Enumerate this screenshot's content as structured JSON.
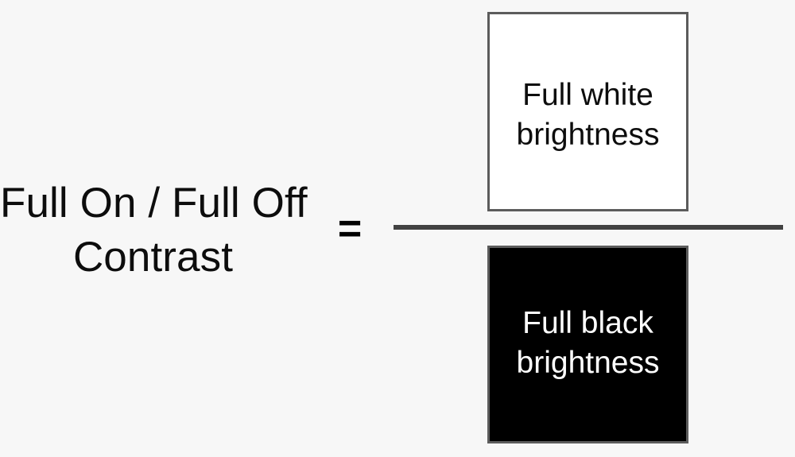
{
  "background_color": "#f7f7f7",
  "formula": {
    "label": {
      "line1": "Full On / Full Off",
      "line2": "Contrast",
      "color": "#0d0d0d"
    },
    "operator": {
      "equals": "=",
      "color": "#000000"
    },
    "fraction_bar": {
      "color": "#424242"
    },
    "numerator": {
      "line1": "Full white",
      "line2": "brightness",
      "fill_color": "#ffffff",
      "text_color": "#0d0d0d",
      "border_color": "#5c5c5c"
    },
    "denominator": {
      "line1": "Full black",
      "line2": "brightness",
      "fill_color": "#000000",
      "text_color": "#ffffff",
      "border_color": "#5c5c5c"
    }
  }
}
